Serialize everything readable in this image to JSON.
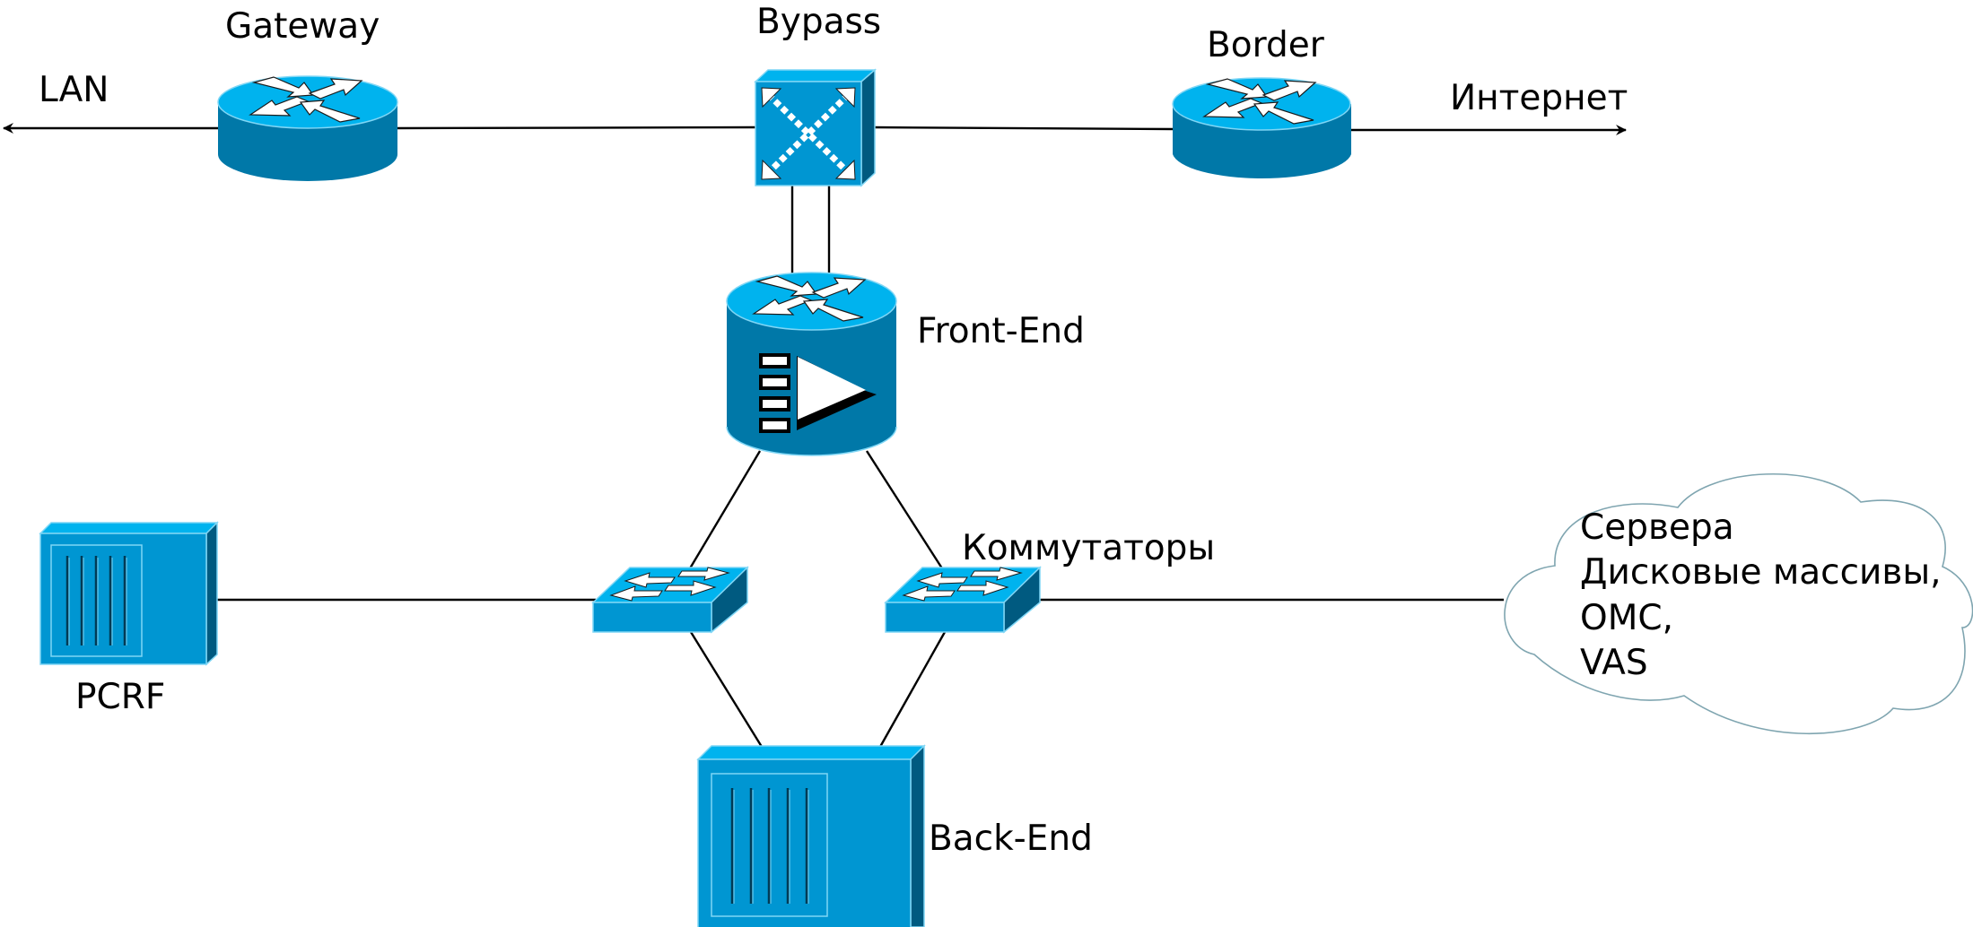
{
  "diagram": {
    "title": "Network topology: Gateway, Bypass, Border, Front-End, switches, PCRF, Back-End",
    "colors": {
      "device_top": "#00B3EE",
      "device_body": "#0078A8",
      "device_front": "#0096D2",
      "device_side": "#005A80",
      "link": "#000000",
      "cloud_stroke": "#7FA5B0"
    },
    "labels": {
      "lan": "LAN",
      "gateway": "Gateway",
      "bypass": "Bypass",
      "border": "Border",
      "internet": "Интернет",
      "front_end": "Front-End",
      "switches": "Коммутаторы",
      "pcrf": "PCRF",
      "back_end": "Back-End"
    },
    "cloud": {
      "lines": [
        "Сервера",
        "Дисковые массивы,",
        "OMC,",
        "VAS"
      ]
    },
    "nodes": [
      {
        "id": "gateway",
        "type": "router",
        "label": "Gateway"
      },
      {
        "id": "bypass",
        "type": "bypass-switch",
        "label": "Bypass"
      },
      {
        "id": "border",
        "type": "router",
        "label": "Border"
      },
      {
        "id": "front-end",
        "type": "router-with-media",
        "label": "Front-End"
      },
      {
        "id": "switch-left",
        "type": "workgroup-switch",
        "label": "Коммутаторы"
      },
      {
        "id": "switch-right",
        "type": "workgroup-switch",
        "label": "Коммутаторы"
      },
      {
        "id": "pcrf",
        "type": "server",
        "label": "PCRF"
      },
      {
        "id": "back-end",
        "type": "server",
        "label": "Back-End"
      },
      {
        "id": "services-cloud",
        "type": "cloud",
        "label": "Сервера, Дисковые массивы, OMC, VAS"
      }
    ],
    "edges": [
      {
        "from": "gateway",
        "to": "LAN",
        "arrow": true
      },
      {
        "from": "gateway",
        "to": "bypass"
      },
      {
        "from": "bypass",
        "to": "border"
      },
      {
        "from": "border",
        "to": "Интернет",
        "arrow": true
      },
      {
        "from": "bypass",
        "to": "front-end",
        "count": 2
      },
      {
        "from": "front-end",
        "to": "switch-left"
      },
      {
        "from": "front-end",
        "to": "switch-right"
      },
      {
        "from": "switch-left",
        "to": "back-end"
      },
      {
        "from": "switch-right",
        "to": "back-end"
      },
      {
        "from": "pcrf",
        "to": "switch-left"
      },
      {
        "from": "switch-right",
        "to": "services-cloud"
      }
    ]
  }
}
